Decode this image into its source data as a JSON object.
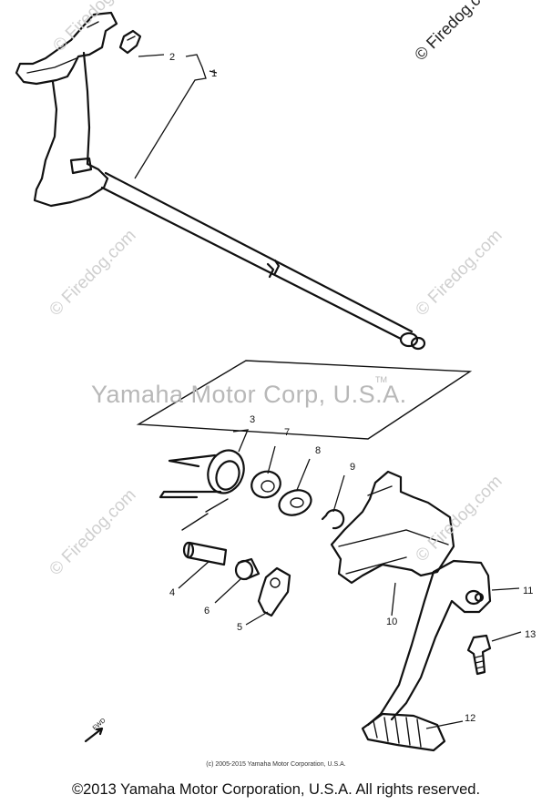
{
  "watermarks": {
    "main": "Yamaha Motor Corp, U.S.A.",
    "tm": "TM",
    "firedog": [
      "© Firedog.com",
      "© Firedog.com",
      "© Firedog.com",
      "© Firedog.com",
      "© Firedog.com",
      "© Firedog.com"
    ]
  },
  "callouts": [
    "1",
    "2",
    "3",
    "4",
    "5",
    "6",
    "7",
    "8",
    "9",
    "10",
    "11",
    "12",
    "13"
  ],
  "fwd_marker": "FWD",
  "copyright": {
    "small": "(c) 2005-2015 Yamaha Motor Corporation, U.S.A.",
    "main": "©2013 Yamaha Motor Corporation, U.S.A. All rights reserved."
  }
}
